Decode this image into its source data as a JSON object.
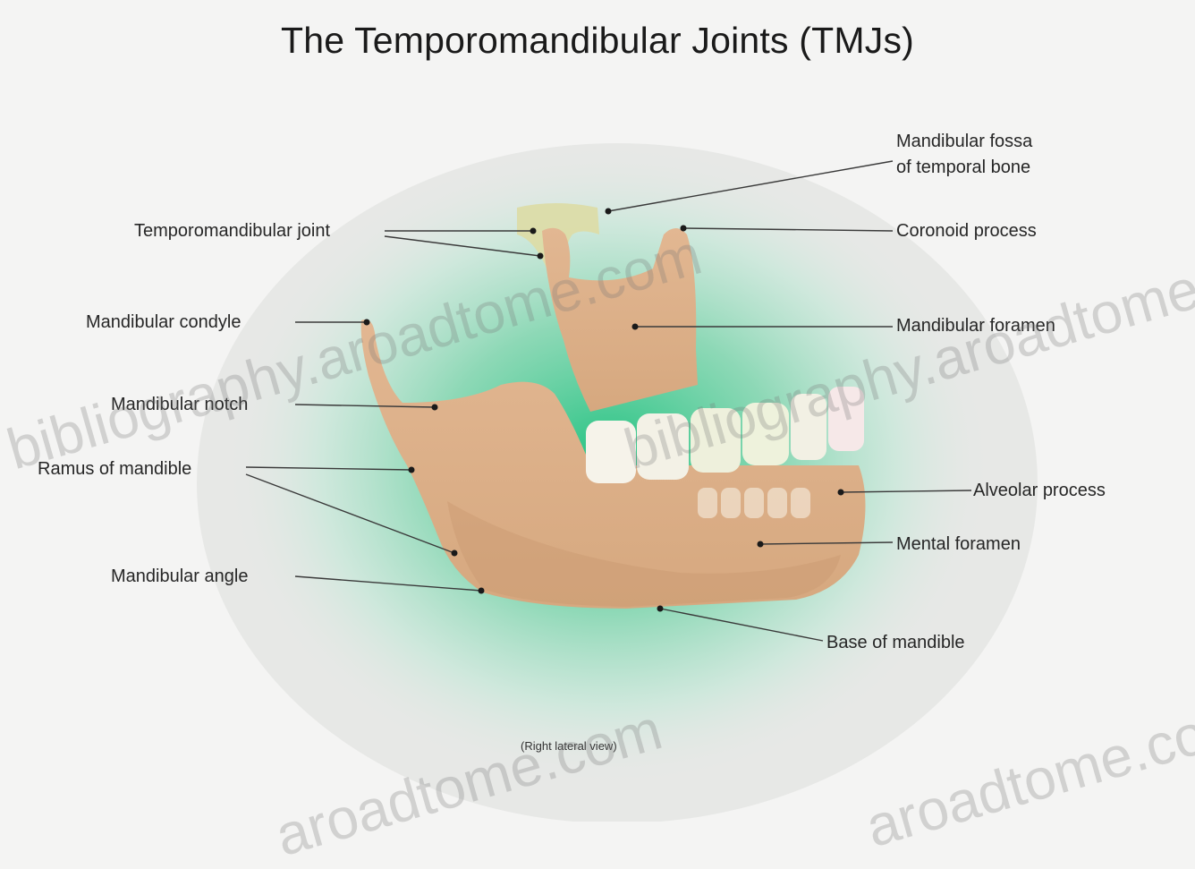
{
  "title": "The Temporomandibular Joints (TMJs)",
  "caption": "(Right lateral view)",
  "labels": {
    "mandibular_fossa_line1": "Mandibular fossa",
    "mandibular_fossa_line2": "of temporal bone",
    "temporomandibular_joint": "Temporomandibular joint",
    "coronoid_process": "Coronoid process",
    "mandibular_condyle": "Mandibular condyle",
    "mandibular_foramen": "Mandibular foramen",
    "mandibular_notch": "Mandibular notch",
    "ramus_of_mandible": "Ramus of mandible",
    "alveolar_process": "Alveolar process",
    "mental_foramen": "Mental foramen",
    "mandibular_angle": "Mandibular angle",
    "base_of_mandible": "Base of mandible"
  },
  "watermark": {
    "text_a": "bibliography.aroadtome.com",
    "text_b": "aroadtome.com"
  },
  "colors": {
    "bone": "#dcae86",
    "bone_shadow": "#c99a72",
    "teeth": "#f3f0e4",
    "joint_green": "#b9dca0",
    "glow": "#2fbf86",
    "leader": "#3a3a3a"
  }
}
